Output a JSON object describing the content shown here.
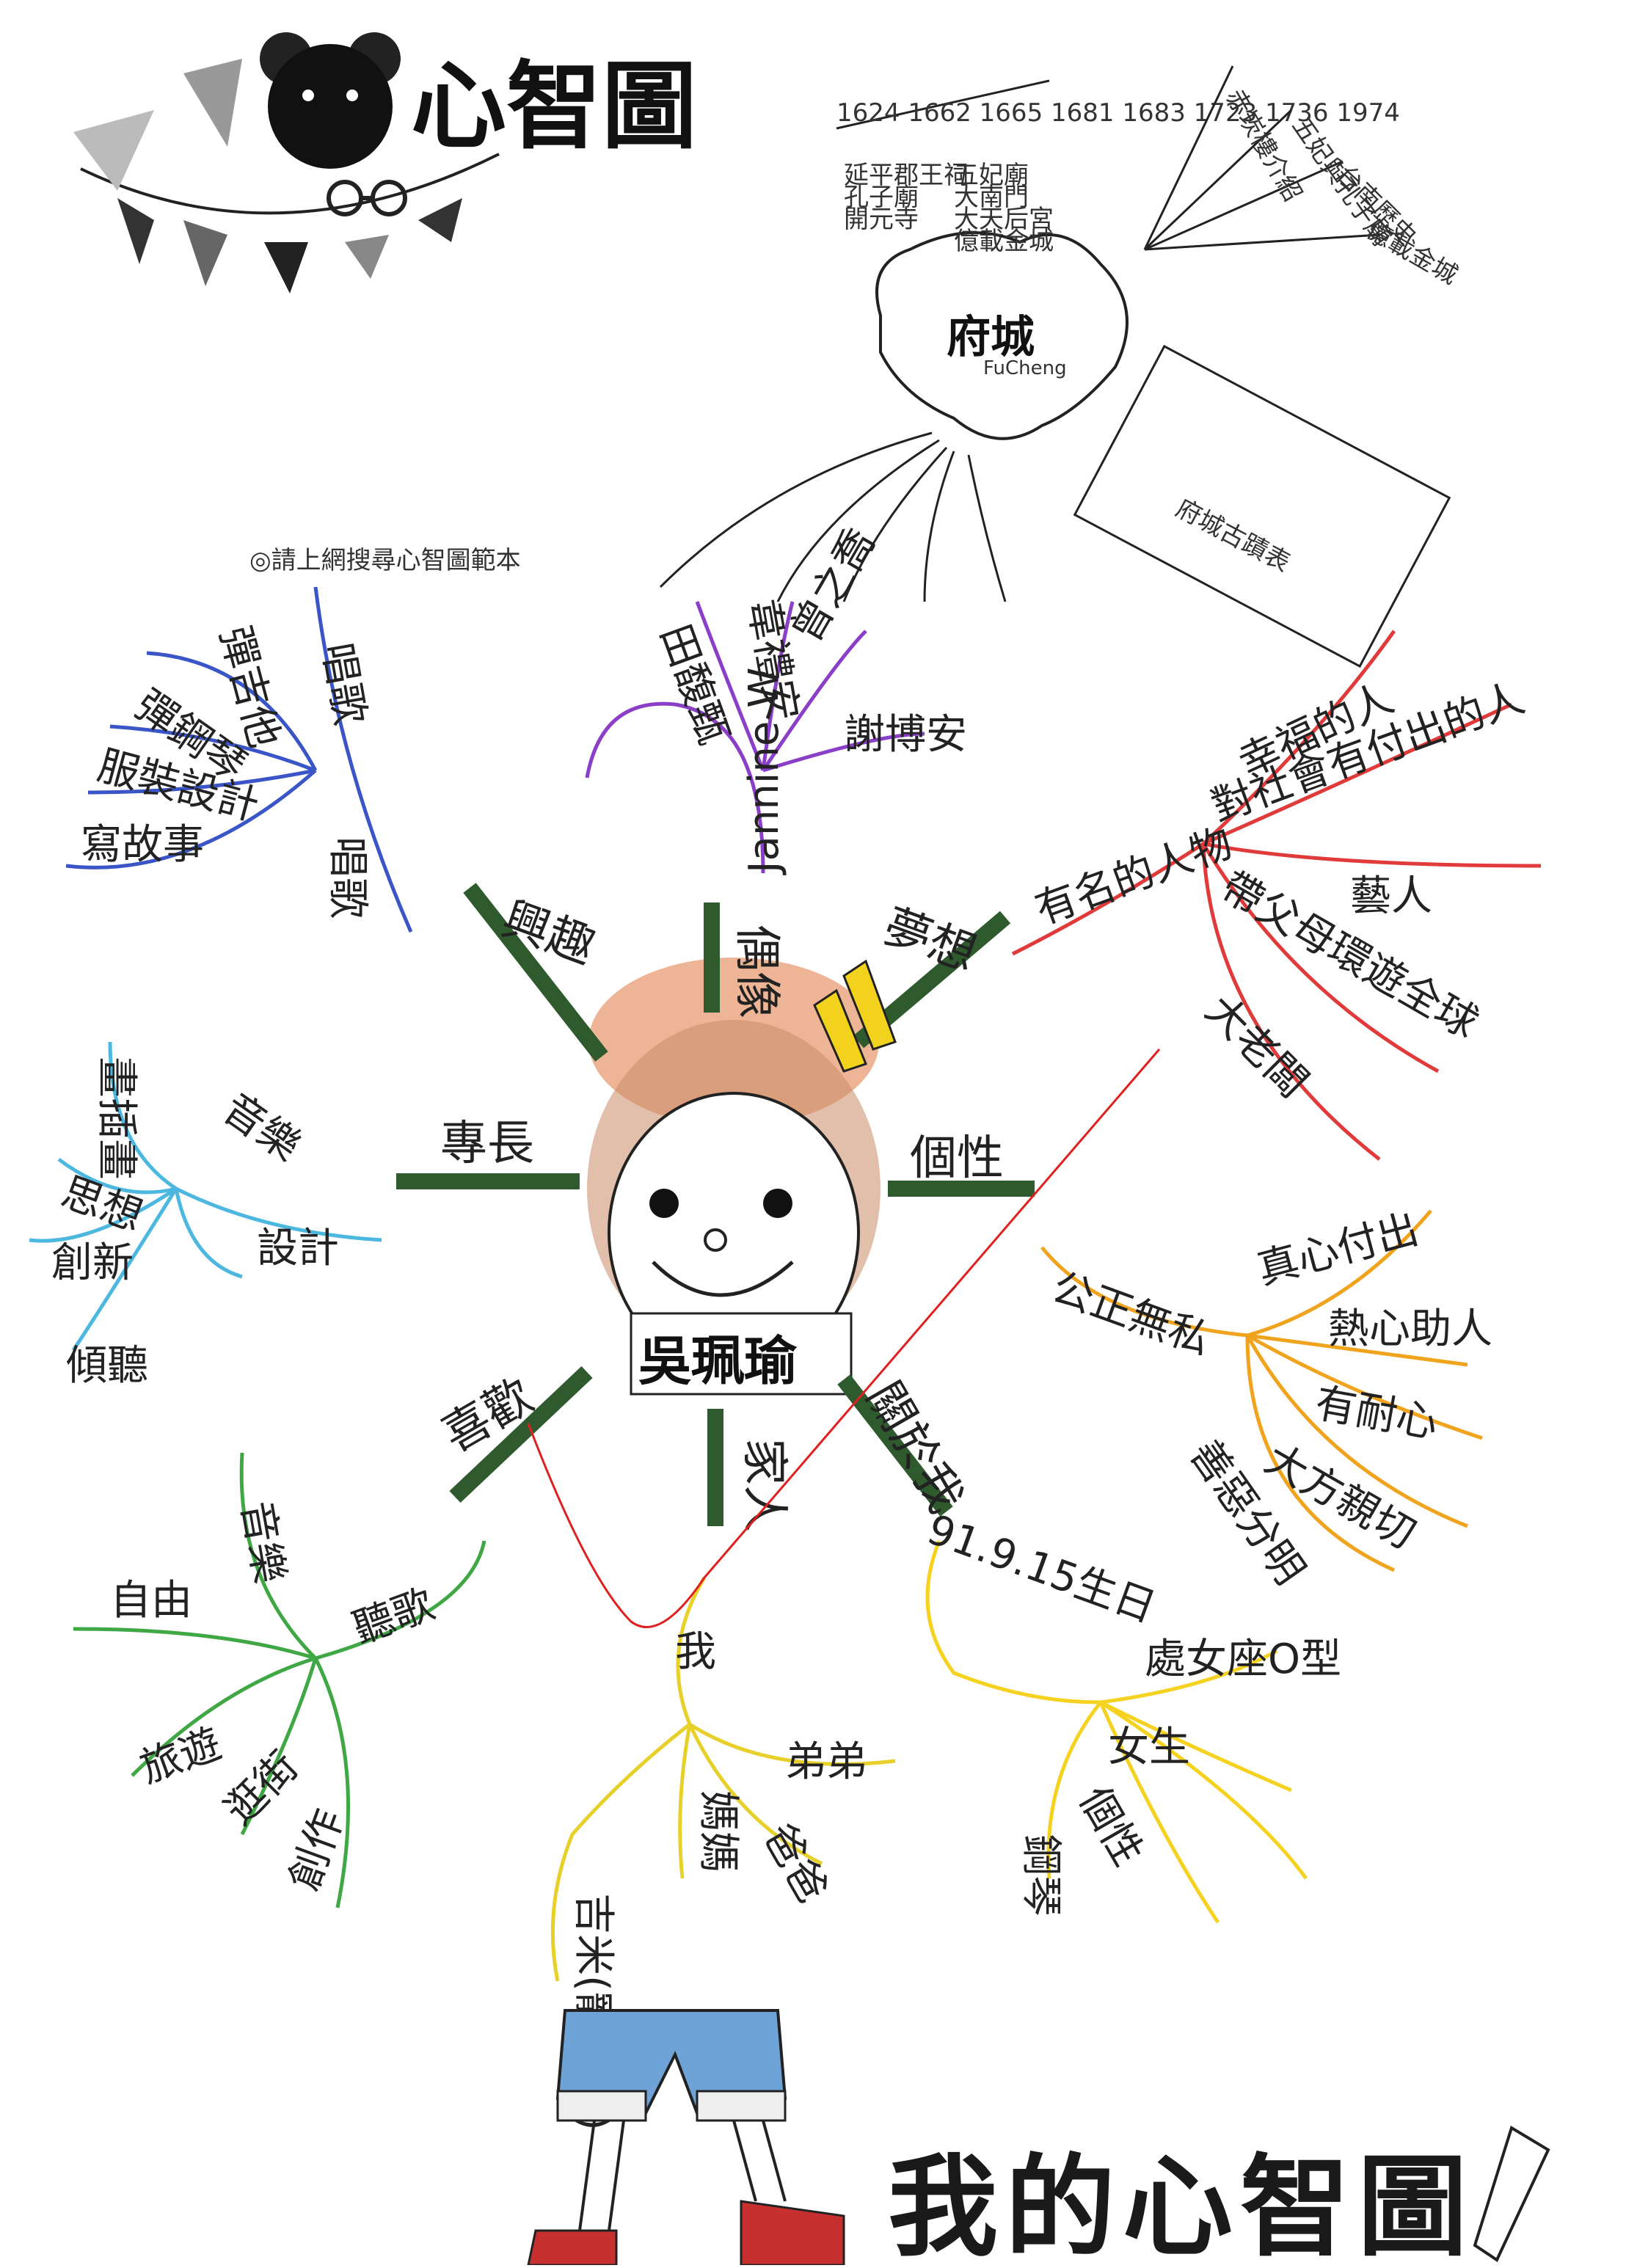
{
  "title": "心智圖",
  "footer_title": "我的心智圖",
  "instruction": "◎請上網搜尋心智圖範本",
  "center_name": "吳珮瑜",
  "fucheng": {
    "label": "府城",
    "sublabel": "FuCheng"
  },
  "timeline": {
    "years": "1624 1662 1665 1681 1683 1723 1736 1974",
    "events": [
      "延平郡王祠",
      "孔子廟",
      "開元寺",
      "五妃廟",
      "大南門",
      "大天后宮",
      "億載金城"
    ]
  },
  "fan_top_right": [
    "赤崁樓介紹",
    "五妃與孔子廟",
    "台南歷史",
    "億載金城"
  ],
  "grid_right_label": "府城古蹟表",
  "branches": {
    "hobby": {
      "label": "興趣",
      "color": "#3a55c8",
      "leaves": [
        "唱歌",
        "彈吉他",
        "彈鋼琴",
        "服裝設計",
        "寫故事",
        "唱歌"
      ]
    },
    "idol": {
      "label": "偶像",
      "color": "#8b3fc8",
      "leaves": [
        "Jannine W",
        "謝博安",
        "曾之喬",
        "韋禮安",
        "田馥甄"
      ]
    },
    "dream": {
      "label": "夢想",
      "color": "#e03a3a",
      "leaves": [
        "有名的人物",
        "幸福的人",
        "對社會有付出的人",
        "藝人",
        "帶父母環遊全球",
        "大老闆"
      ]
    },
    "specialty": {
      "label": "專長",
      "color": "#4cb8e0",
      "leaves": [
        "畫插畫",
        "音樂",
        "思想",
        "創新",
        "設計",
        "傾聽"
      ]
    },
    "personality": {
      "label": "個性",
      "color": "#f0a31c",
      "leaves": [
        "公正無私",
        "真心付出",
        "熱心助人",
        "有耐心",
        "大方親切",
        "善惡分明"
      ]
    },
    "likes": {
      "label": "喜歡",
      "color": "#3fa844",
      "leaves": [
        "音樂",
        "聽歌",
        "自由",
        "旅遊",
        "逛街",
        "創作"
      ]
    },
    "family": {
      "label": "家人",
      "color": "#e8d02a",
      "leaves": [
        "我",
        "弟弟",
        "媽媽",
        "爸爸",
        "吉米(寵物狗)"
      ]
    },
    "about_me": {
      "label": "關於我",
      "color": "#f5d21f",
      "leaves": [
        "91.9.15生日",
        "處女座O型",
        "女生",
        "個性",
        "鋼琴"
      ]
    }
  }
}
